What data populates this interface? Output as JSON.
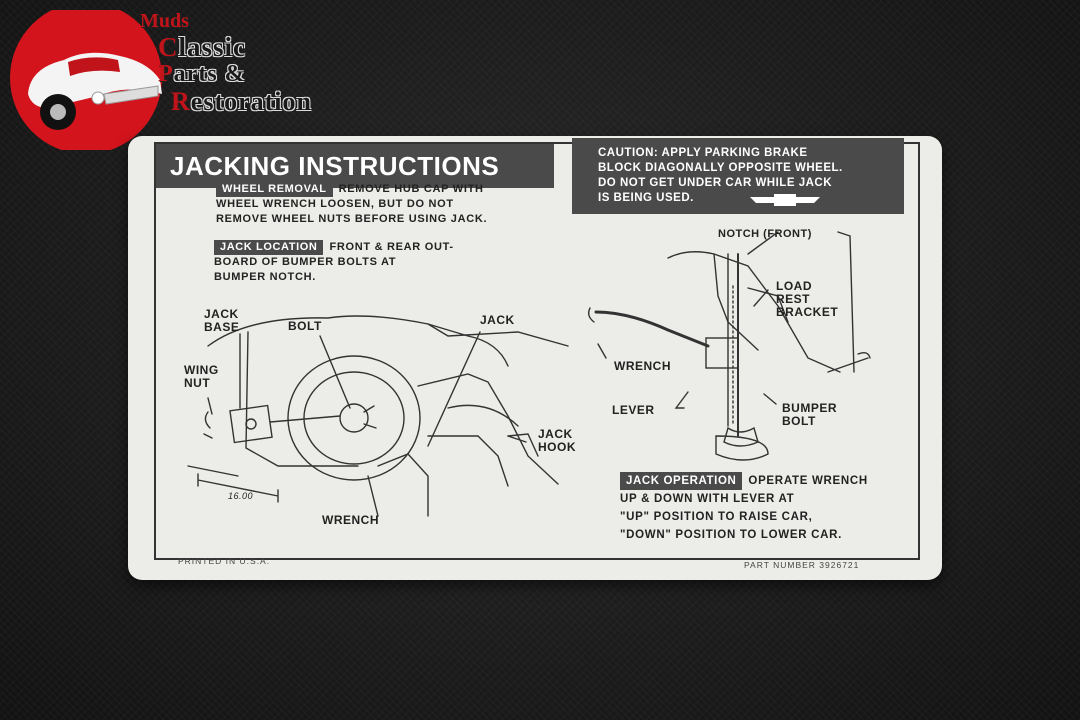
{
  "logo": {
    "line0": "Muds",
    "line1_cap": "C",
    "line1_rest": "lassic",
    "line2_cap": "P",
    "line2_rest": "arts &",
    "line3_cap": "R",
    "line3_rest": "estoration",
    "accent": "#c0141a"
  },
  "decal": {
    "title": "JACKING INSTRUCTIONS",
    "caution": [
      "CAUTION: APPLY PARKING BRAKE",
      "BLOCK DIAGONALLY OPPOSITE WHEEL.",
      "DO NOT GET UNDER CAR WHILE JACK",
      "IS BEING USED."
    ],
    "wheel_removal": {
      "tag": "WHEEL REMOVAL",
      "line1": "REMOVE HUB CAP WITH",
      "line2": "WHEEL WRENCH LOOSEN, BUT DO NOT",
      "line3": "REMOVE WHEEL NUTS BEFORE USING JACK."
    },
    "jack_location": {
      "tag": "JACK LOCATION",
      "line1": "FRONT & REAR OUT-",
      "line2": "BOARD OF BUMPER BOLTS AT",
      "line3": "BUMPER NOTCH."
    },
    "jack_operation": {
      "tag": "JACK OPERATION",
      "line1": "OPERATE WRENCH",
      "line2": "UP & DOWN WITH LEVER AT",
      "line3": "\"UP\" POSITION TO RAISE CAR,",
      "line4": "\"DOWN\" POSITION TO LOWER CAR."
    },
    "labels": {
      "jack_base_1": "JACK",
      "jack_base_2": "BASE",
      "bolt": "BOLT",
      "jack": "JACK",
      "wing_nut_1": "WING",
      "wing_nut_2": "NUT",
      "jack_hook_1": "JACK",
      "jack_hook_2": "HOOK",
      "wrench_left": "WRENCH",
      "dimension": "16.00",
      "notch": "NOTCH (FRONT)",
      "load_1": "LOAD",
      "load_2": "REST",
      "load_3": "BRACKET",
      "wrench_right": "WRENCH",
      "lever": "LEVER",
      "bumper_1": "BUMPER",
      "bumper_2": "BOLT"
    },
    "printed": "PRINTED IN U.S.A.",
    "part_number": "PART NUMBER 3926721"
  }
}
